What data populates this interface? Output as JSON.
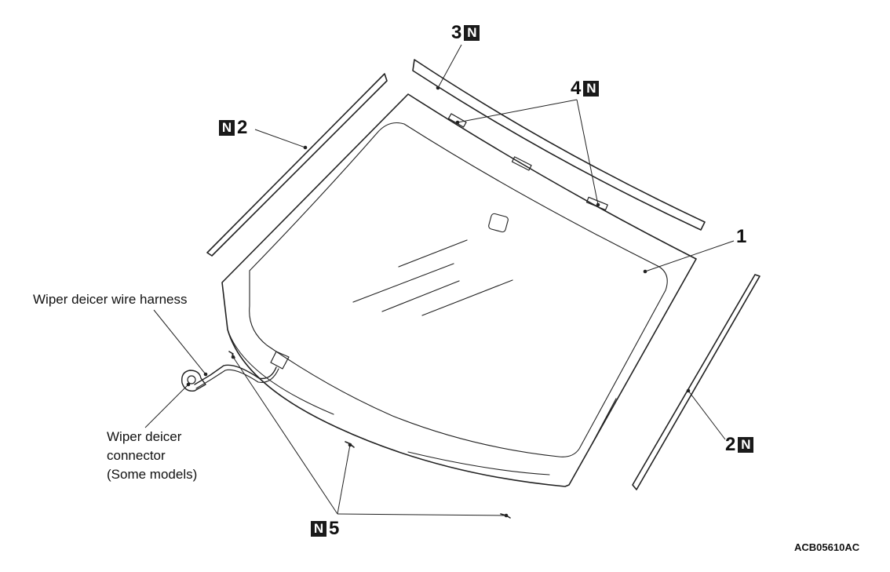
{
  "labels": {
    "part_1": "1",
    "part_2_left": "2",
    "part_2_right": "2",
    "part_3": "3",
    "part_4": "4",
    "part_5": "5",
    "new_part_mark": "N",
    "wire_harness": "Wiper deicer wire harness",
    "connector_line1": "Wiper deicer",
    "connector_line2": "connector",
    "connector_line3": "(Some models)",
    "figure_code": "ACB05610AC"
  },
  "colors": {
    "line": "#222222",
    "mark_bg": "#1a1a1a",
    "mark_fg": "#ffffff"
  }
}
